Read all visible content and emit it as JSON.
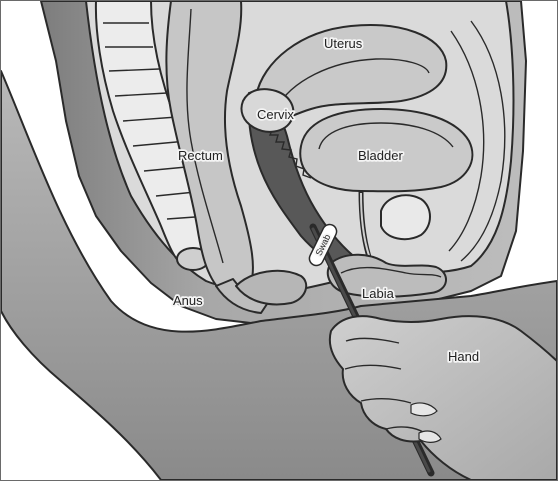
{
  "diagram": {
    "labels": {
      "uterus": "Uterus",
      "cervix": "Cervix",
      "rectum": "Rectum",
      "bladder": "Bladder",
      "anus": "Anus",
      "labia": "Labia",
      "hand": "Hand",
      "swab": "Swab"
    },
    "colors": {
      "skin_light": "#c9c9c9",
      "skin_mid": "#9d9d9d",
      "skin_dark": "#6e6e6e",
      "organ_fill": "#d3d3d3",
      "vagina_fill": "#595959",
      "outline": "#2a2a2a",
      "swab_tip": "#ffffff"
    }
  }
}
